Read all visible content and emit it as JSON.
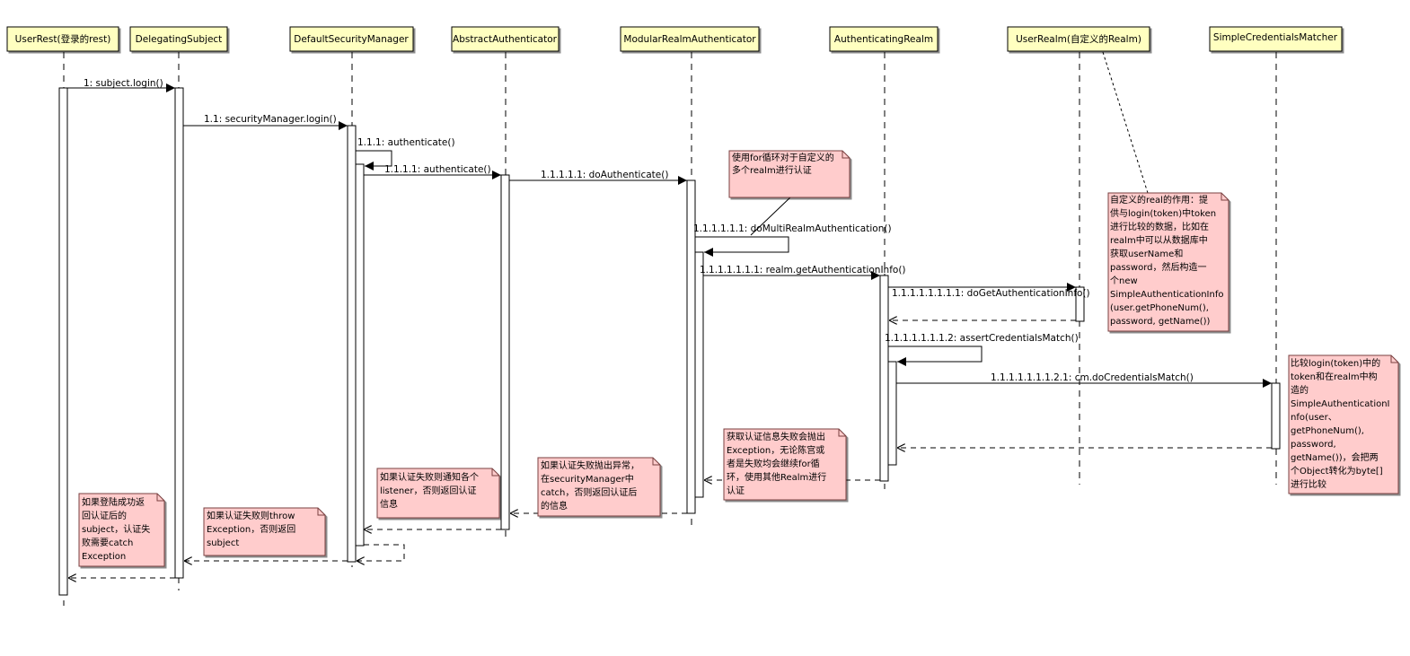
{
  "colors": {
    "header_fill": "#FFFFC0",
    "note_fill": "#FFCCCC",
    "activation_fill": "#FFFFFF",
    "line": "#000000",
    "note_border": "#7a4040"
  },
  "participants": [
    {
      "id": "userrest",
      "label": "UserRest(登录的rest)"
    },
    {
      "id": "delegatingsubject",
      "label": "DelegatingSubject"
    },
    {
      "id": "defaultsecuritymanager",
      "label": "DefaultSecurityManager"
    },
    {
      "id": "abstractauthenticator",
      "label": "AbstractAuthenticator"
    },
    {
      "id": "modularrealmauthenticator",
      "label": "ModularRealmAuthenticator"
    },
    {
      "id": "authenticatingrealm",
      "label": "AuthenticatingRealm"
    },
    {
      "id": "userrealm",
      "label": "UserRealm(自定义的Realm)"
    },
    {
      "id": "simplecredentialsmatcher",
      "label": "SimpleCredentialsMatcher"
    }
  ],
  "messages": [
    {
      "id": "m1",
      "label": "1: subject.login()"
    },
    {
      "id": "m2",
      "label": "1.1: securityManager.login()"
    },
    {
      "id": "m3",
      "label": "1.1.1: authenticate()"
    },
    {
      "id": "m4",
      "label": "1.1.1.1: authenticate()"
    },
    {
      "id": "m5",
      "label": "1.1.1.1.1: doAuthenticate()"
    },
    {
      "id": "m6",
      "label": "1.1.1.1.1.1: doMultiRealmAuthentication()"
    },
    {
      "id": "m7",
      "label": "1.1.1.1.1.1.1: realm.getAuthenticationInfo()"
    },
    {
      "id": "m8",
      "label": "1.1.1.1.1.1.1.1: doGetAuthenticationInfo()"
    },
    {
      "id": "m9",
      "label": "1.1.1.1.1.1.1.2: assertCredentialsMatch()"
    },
    {
      "id": "m10",
      "label": "1.1.1.1.1.1.1.2.1: cm.doCredentialsMatch()"
    }
  ],
  "notes": [
    {
      "id": "note-for-loop",
      "lines": [
        "使用for循环对于自定义的",
        "多个realm进行认证"
      ]
    },
    {
      "id": "note-real-purpose",
      "lines": [
        "自定义的real的作用：提",
        "供与login(token)中token",
        "进行比较的数据，比如在",
        "realm中可以从数据库中",
        "获取userName和",
        "password，然后构造一",
        "个new",
        "SimpleAuthenticationInfo",
        "(user.getPhoneNum(),",
        "password, getName())"
      ]
    },
    {
      "id": "note-compare",
      "lines": [
        "比较login(token)中的",
        "token和在realm中构",
        "造的",
        "SimpleAuthenticationI",
        "nfo(user、",
        "getPhoneNum(),",
        "password,",
        "getName())，会把两",
        "个Object转化为byte[]",
        "进行比较"
      ]
    },
    {
      "id": "note-get-info-fail",
      "lines": [
        "获取认证信息失败会抛出",
        "Exception，无论陈宫或",
        "者是失败均会继续for循",
        "环，使用其他Realm进行",
        "认证"
      ]
    },
    {
      "id": "note-sm-catch",
      "lines": [
        "如果认证失败抛出异常，",
        "在securityManager中",
        "catch，否则返回认证后",
        "的信息"
      ]
    },
    {
      "id": "note-listener",
      "lines": [
        "如果认证失败则通知各个",
        "listener，否则返回认证",
        "信息"
      ]
    },
    {
      "id": "note-throw",
      "lines": [
        "如果认证失败则throw",
        "Exception，否则返回",
        "subject"
      ]
    },
    {
      "id": "note-login-success",
      "lines": [
        "如果登陆成功返",
        "回认证后的",
        "subject，认证失",
        "败需要catch",
        "Exception"
      ]
    }
  ]
}
